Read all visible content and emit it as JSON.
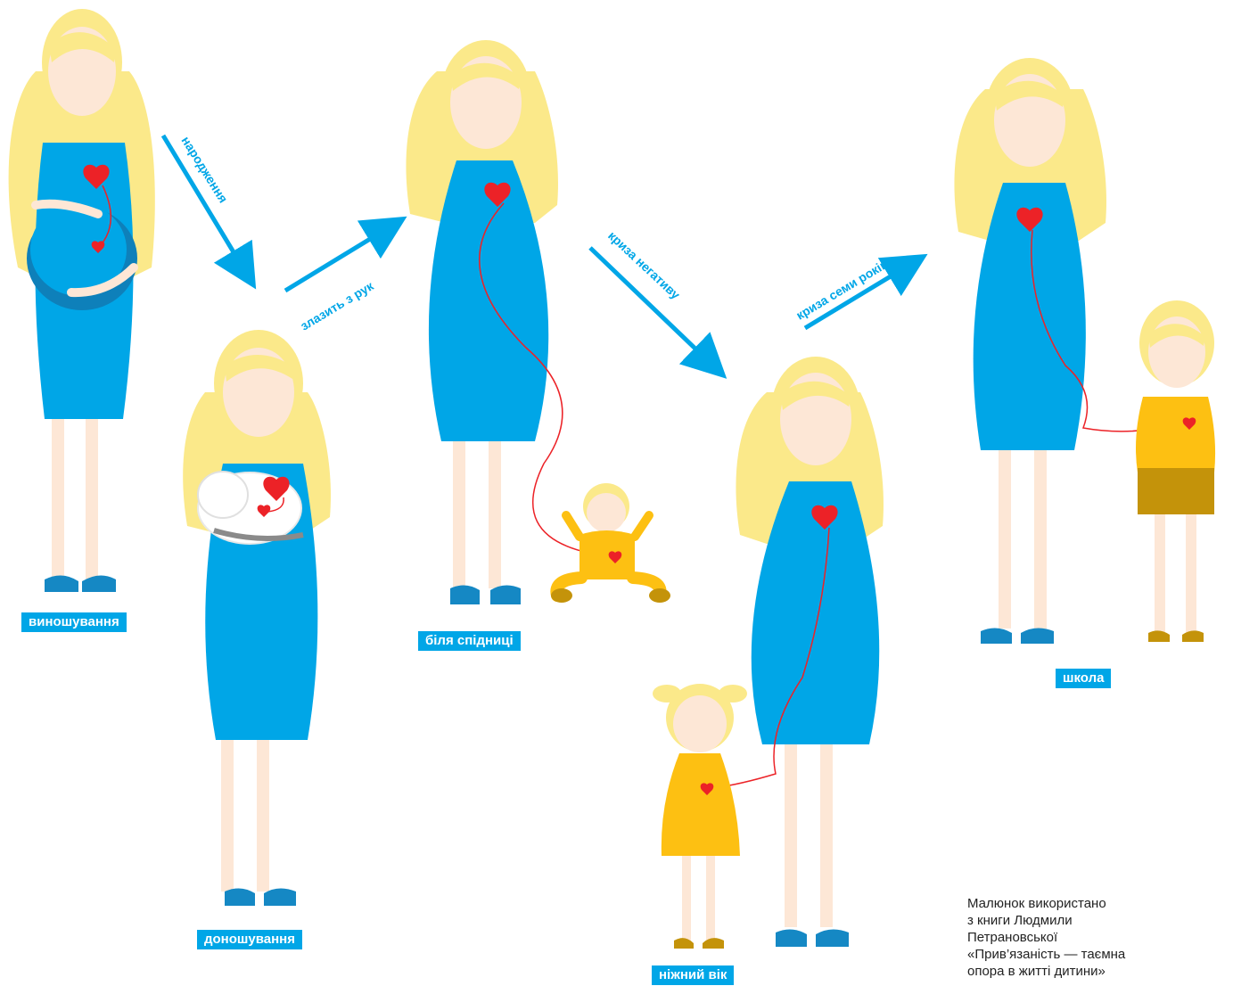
{
  "stages": {
    "s1": "виношування",
    "s2": "доношування",
    "s3": "біля спідниці",
    "s4": "ніжний вік",
    "s5": "школа"
  },
  "transitions": {
    "t1": "народження",
    "t2": "злазить з рук",
    "t3": "криза негативу",
    "t4": "криза семи років"
  },
  "caption": [
    "Малюнок використано",
    "з книги Людмили",
    "Петрановської",
    "«Прив’язаність — таємна",
    "опора в житті дитини»"
  ],
  "colors": {
    "dress": "#00a6e7",
    "hair": "#fbe98a",
    "skin": "#fde7d6",
    "heart": "#ec2227",
    "child_clothes": "#fdc012",
    "shoes": "#1588c4"
  }
}
